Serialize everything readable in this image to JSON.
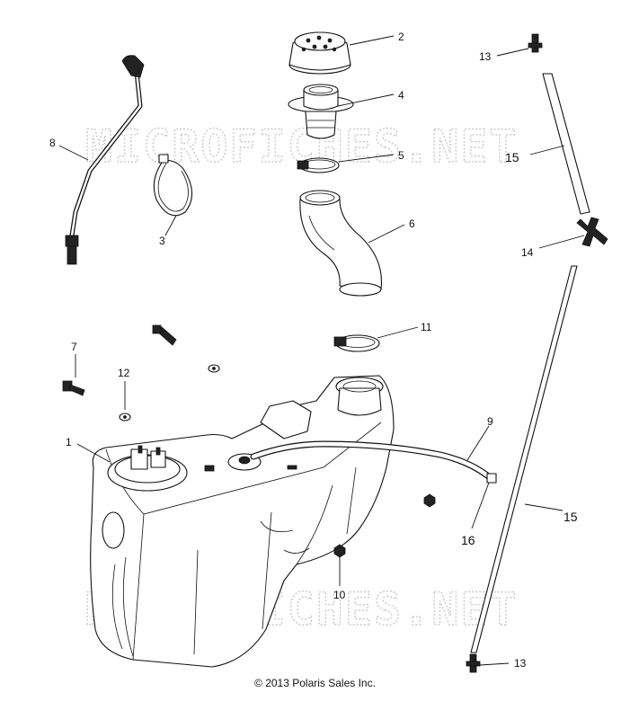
{
  "watermark": "MICROFICHES.NET",
  "copyright": "© 2013 Polaris Sales Inc.",
  "callouts": [
    {
      "id": "callout-2",
      "label": "2"
    },
    {
      "id": "callout-4",
      "label": "4"
    },
    {
      "id": "callout-5",
      "label": "5"
    },
    {
      "id": "callout-6",
      "label": "6"
    },
    {
      "id": "callout-3",
      "label": "3"
    },
    {
      "id": "callout-8",
      "label": "8"
    },
    {
      "id": "callout-13-top",
      "label": "13"
    },
    {
      "id": "callout-15-top",
      "label": "15"
    },
    {
      "id": "callout-14",
      "label": "14"
    },
    {
      "id": "callout-11",
      "label": "11"
    },
    {
      "id": "callout-7",
      "label": "7"
    },
    {
      "id": "callout-12",
      "label": "12"
    },
    {
      "id": "callout-1",
      "label": "1"
    },
    {
      "id": "callout-9",
      "label": "9"
    },
    {
      "id": "callout-16",
      "label": "16"
    },
    {
      "id": "callout-15-bottom",
      "label": "15"
    },
    {
      "id": "callout-10",
      "label": "10"
    },
    {
      "id": "callout-13-bottom",
      "label": "13"
    }
  ]
}
